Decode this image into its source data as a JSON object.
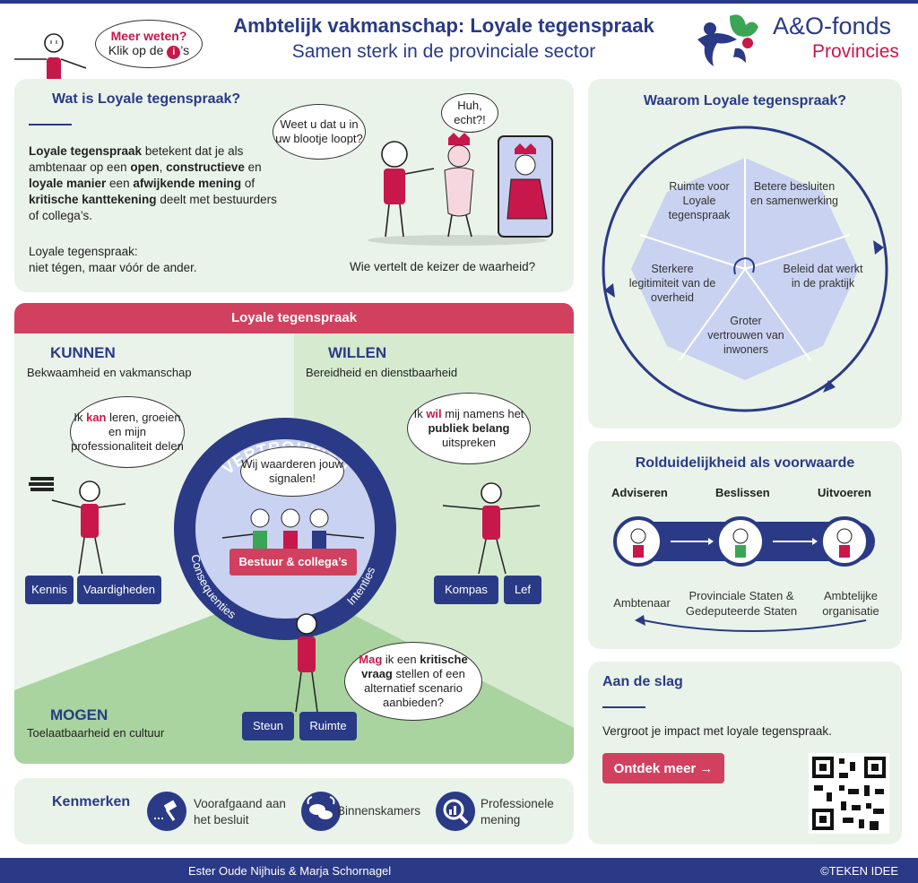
{
  "header": {
    "title": "Ambtelijk vakmanschap: Loyale tegenspraak",
    "subtitle": "Samen sterk in de provinciale sector",
    "meer_weten": "Meer weten?",
    "klik_pre": "Klik op de",
    "klik_icon": "i",
    "klik_post": "’s",
    "brand_name": "A&O-fonds",
    "brand_sub": "Provincies"
  },
  "colors": {
    "navy": "#2a3a86",
    "red": "#c8174a",
    "panel": "#eaf3ea"
  },
  "wat": {
    "heading": "Wat is Loyale tegenspraak?",
    "p1": [
      "Loyale tegenspraak",
      " betekent dat je als ambtenaar op een ",
      "open",
      ", ",
      "constructieve",
      " en ",
      "loyale manier",
      " een ",
      "afwijkende mening",
      " of ",
      "kritische kanttekening",
      " deelt met bestuurders of collega’s."
    ],
    "p2_line1": "Loyale tegenspraak:",
    "p2_line2": "niet tégen, maar vóór de ander.",
    "bubble1": "Weet u dat u in uw blootje loopt?",
    "bubble2": "Huh, echt?!",
    "caption": "Wie vertelt de keizer de waarheid?"
  },
  "main": {
    "banner": "Loyale tegenspraak",
    "kunnen": "KUNNEN",
    "kunnen_sub": "Bekwaamheid en vakmanschap",
    "willen": "WILLEN",
    "willen_sub": "Bereidheid en dienstbaarheid",
    "mogen": "MOGEN",
    "mogen_sub": "Toelaatbaarheid en cultuur",
    "ring_top": "VERTROUWEN",
    "ring_left": "Consequenties",
    "ring_right": "Intenties",
    "center_bubble": "Wij waarderen jouw signalen!",
    "center_label": "Bestuur & collega’s",
    "kan_pre": "Ik ",
    "kan_word": "kan",
    "kan_post": " leren, groeien en mijn professionaliteit delen",
    "wil_pre": "Ik ",
    "wil_word": "wil",
    "wil_mid": " mij namens het ",
    "wil_bold": "publiek belang",
    "wil_post": " uitspreken",
    "mag_word": "Mag",
    "mag_mid": " ik een ",
    "mag_bold": "kritische vraag",
    "mag_post": " stellen of een alternatief scenario aanbieden?",
    "tags": {
      "kennis": "Kennis",
      "vaardigheden": "Vaardigheden",
      "kompas": "Kompas",
      "lef": "Lef",
      "steun": "Steun",
      "ruimte": "Ruimte"
    }
  },
  "waarom": {
    "heading": "Waarom Loyale tegenspraak?",
    "items": [
      "Ruimte voor Loyale tegenspraak",
      "Betere besluiten en samenwerking",
      "Beleid dat werkt in de praktijk",
      "Groter vertrouwen van inwoners",
      "Sterkere legitimiteit van de overheid"
    ]
  },
  "rol": {
    "heading": "Rolduidelijkheid als voorwaarde",
    "steps": [
      "Adviseren",
      "Beslissen",
      "Uitvoeren"
    ],
    "subs": [
      "Ambtenaar",
      "Provinciale Staten & Gedeputeerde Staten",
      "Ambtelijke organisatie"
    ]
  },
  "slag": {
    "heading": "Aan de slag",
    "text": "Vergroot je impact met loyale tegenspraak.",
    "button": "Ontdek meer →"
  },
  "kenmerken": {
    "heading": "Kenmerken",
    "items": [
      "Voorafgaand aan het besluit",
      "Binnenskamers",
      "Professionele mening"
    ]
  },
  "footer": {
    "authors": "Ester Oude Nijhuis & Marja Schornagel",
    "copyright": "©TEKEN IDEE"
  }
}
